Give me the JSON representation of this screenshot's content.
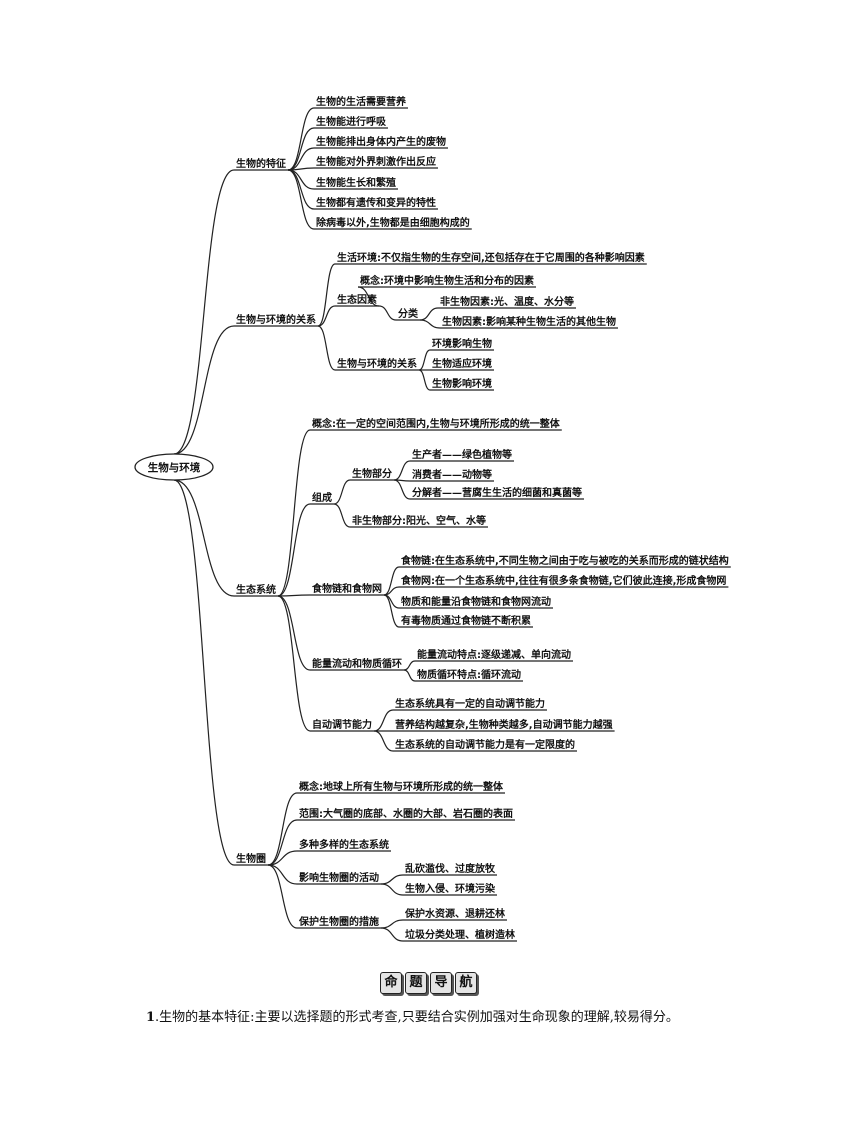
{
  "mindmap": {
    "root": "生物与环境",
    "branches": [
      {
        "label": "生物的特征",
        "children": [
          {
            "label": "生物的生活需要营养"
          },
          {
            "label": "生物能进行呼吸"
          },
          {
            "label": "生物能排出身体内产生的废物"
          },
          {
            "label": "生物能对外界刺激作出反应"
          },
          {
            "label": "生物能生长和繁殖"
          },
          {
            "label": "生物都有遗传和变异的特性"
          },
          {
            "label": "除病毒以外,生物都是由细胞构成的"
          }
        ]
      },
      {
        "label": "生物与环境的关系",
        "children": [
          {
            "label": "生活环境:不仅指生物的生存空间,还包括存在于它周围的各种影响因素"
          },
          {
            "label": "生态因素",
            "children": [
              {
                "label": "概念:环境中影响生物生活和分布的因素"
              },
              {
                "label": "分类",
                "children": [
                  {
                    "label": "非生物因素:光、温度、水分等"
                  },
                  {
                    "label": "生物因素:影响某种生物生活的其他生物"
                  }
                ]
              }
            ]
          },
          {
            "label": "生物与环境的关系",
            "children": [
              {
                "label": "环境影响生物"
              },
              {
                "label": "生物适应环境"
              },
              {
                "label": "生物影响环境"
              }
            ]
          }
        ]
      },
      {
        "label": "生态系统",
        "children": [
          {
            "label": "概念:在一定的空间范围内,生物与环境所形成的统一整体"
          },
          {
            "label": "组成",
            "children": [
              {
                "label": "生物部分",
                "children": [
                  {
                    "label": "生产者——绿色植物等"
                  },
                  {
                    "label": "消费者——动物等"
                  },
                  {
                    "label": "分解者——营腐生生活的细菌和真菌等"
                  }
                ]
              },
              {
                "label": "非生物部分:阳光、空气、水等"
              }
            ]
          },
          {
            "label": "食物链和食物网",
            "children": [
              {
                "label": "食物链:在生态系统中,不同生物之间由于吃与被吃的关系而形成的链状结构"
              },
              {
                "label": "食物网:在一个生态系统中,往往有很多条食物链,它们彼此连接,形成食物网"
              },
              {
                "label": "物质和能量沿食物链和食物网流动"
              },
              {
                "label": "有毒物质通过食物链不断积累"
              }
            ]
          },
          {
            "label": "能量流动和物质循环",
            "children": [
              {
                "label": "能量流动特点:逐级递减、单向流动"
              },
              {
                "label": "物质循环特点:循环流动"
              }
            ]
          },
          {
            "label": "自动调节能力",
            "children": [
              {
                "label": "生态系统具有一定的自动调节能力"
              },
              {
                "label": "营养结构越复杂,生物种类越多,自动调节能力越强"
              },
              {
                "label": "生态系统的自动调节能力是有一定限度的"
              }
            ]
          }
        ]
      },
      {
        "label": "生物圈",
        "children": [
          {
            "label": "概念:地球上所有生物与环境所形成的统一整体"
          },
          {
            "label": "范围:大气圈的底部、水圈的大部、岩石圈的表面"
          },
          {
            "label": "多种多样的生态系统"
          },
          {
            "label": "影响生物圈的活动",
            "children": [
              {
                "label": "乱砍滥伐、过度放牧"
              },
              {
                "label": "生物入侵、环境污染"
              }
            ]
          },
          {
            "label": "保护生物圈的措施",
            "children": [
              {
                "label": "保护水资源、退耕还林"
              },
              {
                "label": "垃圾分类处理、植树造林"
              }
            ]
          }
        ]
      }
    ]
  },
  "section_badges": [
    "命",
    "题",
    "导",
    "航"
  ],
  "guide": {
    "number": "1",
    "text": ".生物的基本特征:主要以选择题的形式考查,只要结合实例加强对生命现象的理解,较易得分。"
  }
}
